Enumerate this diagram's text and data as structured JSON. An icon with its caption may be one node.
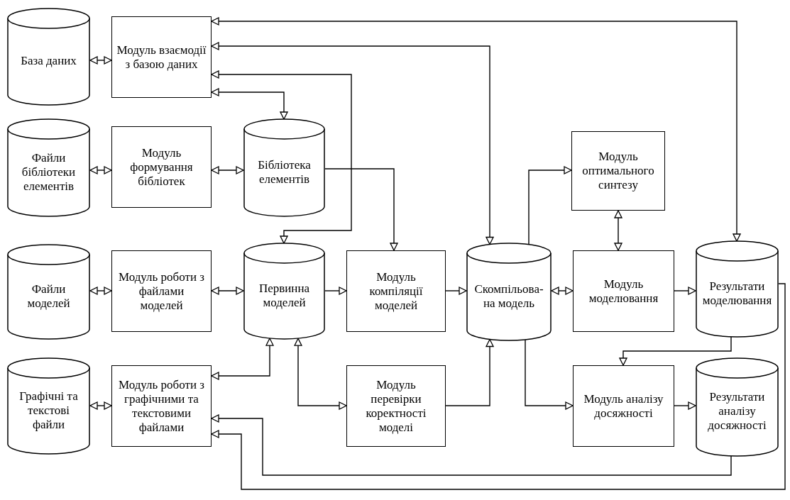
{
  "diagram": {
    "nodes": [
      {
        "text": [
          "База даних"
        ]
      },
      {
        "text": [
          "Модуль взаємодії з базою даних"
        ]
      },
      {
        "text": [
          "Файли бібліотеки елементів"
        ]
      },
      {
        "text": [
          "Модуль формування бібліотек"
        ]
      },
      {
        "text": [
          "Бібліотека елементів"
        ]
      },
      {
        "text": [
          "Модуль оптимального синтезу"
        ]
      },
      {
        "text": [
          "Файли моделей"
        ]
      },
      {
        "text": [
          "Модуль роботи з файлами моделей"
        ]
      },
      {
        "text": [
          "Первинна моделей"
        ]
      },
      {
        "text": [
          "Модуль компіляції моделей"
        ]
      },
      {
        "text": [
          "Скомпільова- на модель"
        ]
      },
      {
        "text": [
          "Модуль моделювання"
        ]
      },
      {
        "text": [
          "Результати моделювання"
        ]
      },
      {
        "text": [
          "Графічні та текстові файли"
        ]
      },
      {
        "text": [
          "Модуль роботи з графічними та текстовими файлами"
        ]
      },
      {
        "text": [
          "Модуль перевірки коректності моделі"
        ]
      },
      {
        "text": [
          "Модуль аналізу досяжності"
        ]
      },
      {
        "text": [
          "Результати аналізу досяжності"
        ]
      }
    ],
    "edges": [
      {
        "from": 0,
        "to": 1,
        "arrow": "both"
      },
      {
        "from": 2,
        "to": 3,
        "arrow": "both"
      },
      {
        "from": 3,
        "to": 4,
        "arrow": "both"
      },
      {
        "from": 1,
        "to": 4,
        "arrow": "both"
      },
      {
        "from": 1,
        "to": 8,
        "arrow": "both"
      },
      {
        "from": 1,
        "to": 10,
        "arrow": "both"
      },
      {
        "from": 1,
        "to": 12,
        "arrow": "both"
      },
      {
        "from": 4,
        "to": 9,
        "arrow": "to"
      },
      {
        "from": 10,
        "to": 5,
        "arrow": "to"
      },
      {
        "from": 5,
        "to": 11,
        "arrow": "both"
      },
      {
        "from": 6,
        "to": 7,
        "arrow": "both"
      },
      {
        "from": 7,
        "to": 8,
        "arrow": "both"
      },
      {
        "from": 8,
        "to": 9,
        "arrow": "to"
      },
      {
        "from": 9,
        "to": 10,
        "arrow": "to"
      },
      {
        "from": 10,
        "to": 11,
        "arrow": "both"
      },
      {
        "from": 11,
        "to": 12,
        "arrow": "to"
      },
      {
        "from": 13,
        "to": 14,
        "arrow": "both"
      },
      {
        "from": 8,
        "to": 14,
        "arrow": "both"
      },
      {
        "from": 8,
        "to": 15,
        "arrow": "both"
      },
      {
        "from": 15,
        "to": 10,
        "arrow": "to"
      },
      {
        "from": 10,
        "to": 16,
        "arrow": "to"
      },
      {
        "from": 12,
        "to": 16,
        "arrow": "to"
      },
      {
        "from": 16,
        "to": 17,
        "arrow": "to"
      },
      {
        "from": 17,
        "to": 14,
        "arrow": "to"
      },
      {
        "from": 12,
        "to": 14,
        "arrow": "to"
      }
    ]
  }
}
